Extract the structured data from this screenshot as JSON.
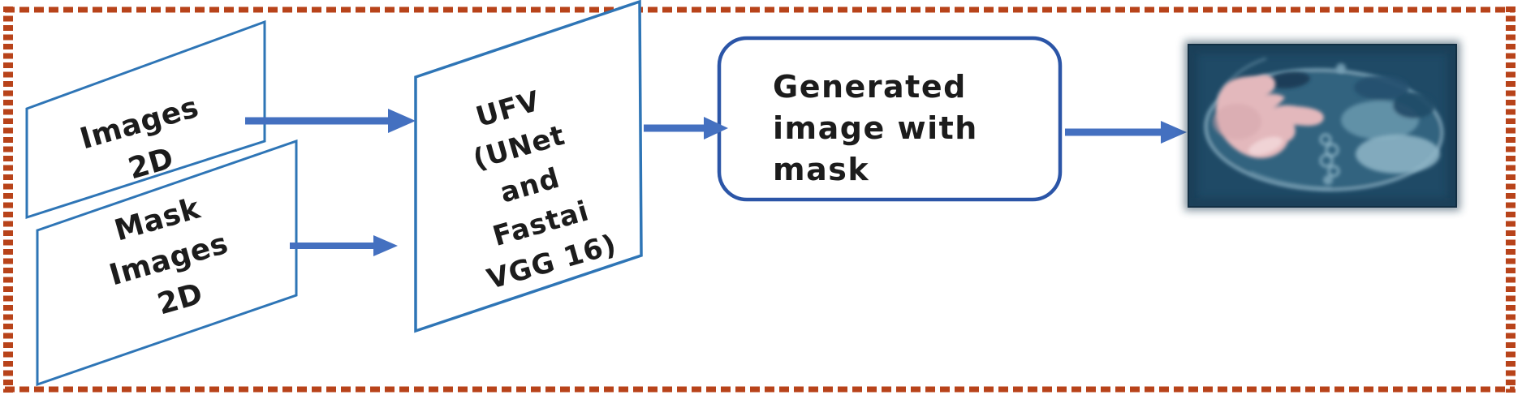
{
  "colors": {
    "border_dash": "#b8431a",
    "shape_stroke": "#2e75b6",
    "box_stroke": "#2b55a7",
    "arrow_fill": "#4470c0",
    "label_text": "#1c1c1c",
    "ct_background": "#1f4a66",
    "ct_body": "#32647f",
    "ct_body_outline": "#86aec2",
    "mask_pink": "#e3b8bc"
  },
  "nodes": {
    "images_2d": {
      "lines": [
        "Images",
        "2D"
      ]
    },
    "mask_images_2d": {
      "lines": [
        "Mask",
        "Images",
        "2D"
      ]
    },
    "ufv": {
      "lines": [
        "UFV",
        "(UNet",
        "and",
        "Fastai",
        "VGG 16)"
      ]
    },
    "generated_image": {
      "lines": [
        "Generated",
        "image with",
        "mask"
      ]
    }
  }
}
